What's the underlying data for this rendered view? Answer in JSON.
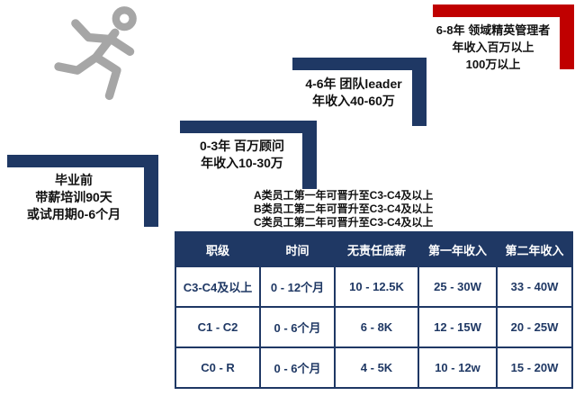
{
  "colors": {
    "navy": "#1f3864",
    "red": "#c00000",
    "icon_gray": "#a6a6a6"
  },
  "steps": [
    {
      "name": "pre-graduation",
      "lines": [
        "毕业前",
        "带薪培训90天",
        "或试用期0-6个月"
      ]
    },
    {
      "name": "years-0-3",
      "lines": [
        "0-3年 百万顾问",
        "年收入10-30万"
      ]
    },
    {
      "name": "years-4-6",
      "lines": [
        "4-6年 团队leader",
        "年收入40-60万"
      ]
    },
    {
      "name": "years-6-8",
      "lines": [
        "6-8年 领域精英管理者",
        "年收入百万以上",
        "100万以上"
      ]
    }
  ],
  "promotion_notes": [
    "A类员工第一年可晋升至C3-C4及以上",
    "B类员工第二年可晋升至C3-C4及以上",
    "C类员工第二年可晋升至C3-C4及以上"
  ],
  "table": {
    "headers": [
      "职级",
      "时间",
      "无责任底薪",
      "第一年收入",
      "第二年收入"
    ],
    "rows": [
      [
        "C3-C4及以上",
        "0 - 12个月",
        "10 - 12.5K",
        "25 - 30W",
        "33 - 40W"
      ],
      [
        "C1 - C2",
        "0 - 6个月",
        "6 - 8K",
        "12 - 15W",
        "20 - 25W"
      ],
      [
        "C0 - R",
        "0 - 6个月",
        "4 - 5K",
        "10 - 12w",
        "15 - 20W"
      ]
    ]
  }
}
